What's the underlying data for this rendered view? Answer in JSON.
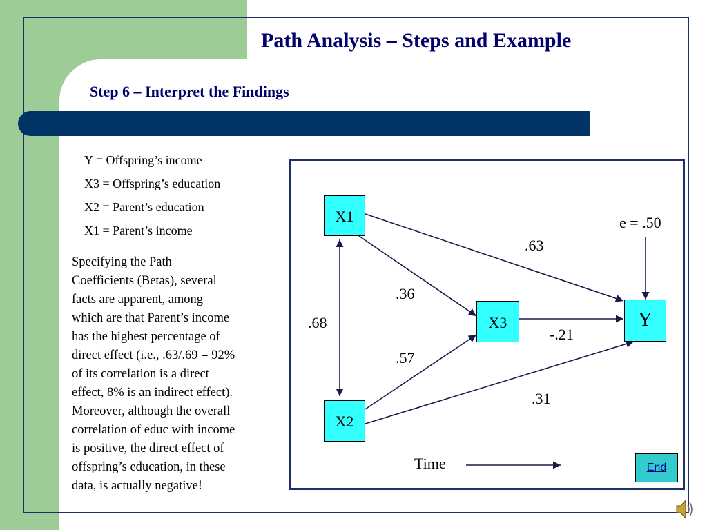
{
  "slide": {
    "title": "Path Analysis – Steps and Example",
    "subtitle": "Step 6 – Interpret the Findings",
    "definitions": [
      "Y = Offspring’s income",
      "X3 = Offspring’s education",
      "X2 = Parent’s education",
      "X1 = Parent’s income"
    ],
    "paragraph_lines": [
      "Specifying the Path",
      "Coefficients (Betas), several",
      "facts are apparent, among",
      "which are that Parent’s income",
      "has the highest percentage of",
      "direct effect (i.e., .63/.69 = 92%",
      "of its correlation is a direct",
      "effect, 8% is an indirect effect).",
      "Moreover, although the overall",
      "correlation of educ with income",
      "is positive, the direct effect of",
      "offspring’s education, in these",
      "data, is actually negative!"
    ]
  },
  "diagram": {
    "nodes": {
      "x1": "X1",
      "x2": "X2",
      "x3": "X3",
      "y": "Y"
    },
    "coefficients": {
      "x1_y": ".63",
      "x1_x3": ".36",
      "x1_x2": ".68",
      "x2_x3": ".57",
      "x3_y": "-.21",
      "x2_y": ".31",
      "error": "e = .50"
    },
    "time_label": "Time"
  },
  "nav": {
    "end_label": "End"
  },
  "icons": {
    "speaker": "speaker-icon"
  },
  "colors": {
    "node_fill": "#33ffff",
    "title_text": "#00006b",
    "band": "#9dcc96",
    "bar": "#003366",
    "end_button": "#33cccc"
  }
}
